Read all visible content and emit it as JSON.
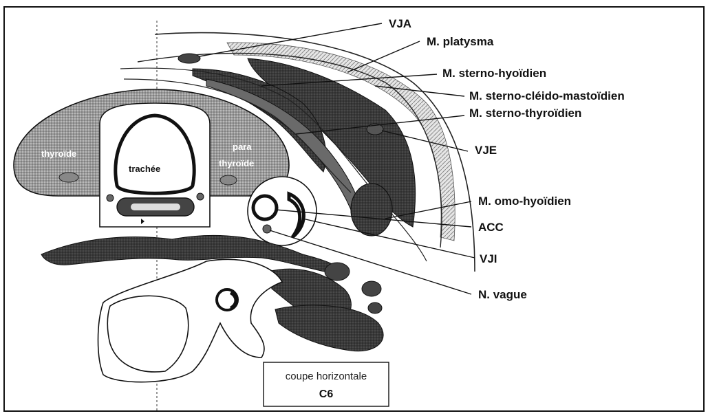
{
  "labels": {
    "vja": "VJA",
    "platysma": "M. platysma",
    "sterno_hyoidien": "M. sterno-hyoïdien",
    "sterno_cleido": "M. sterno-cléido-mastoïdien",
    "sterno_thyroidien": "M. sterno-thyroïdien",
    "vje": "VJE",
    "omo_hyoidien": "M. omo-hyoïdien",
    "acc": "ACC",
    "vji": "VJI",
    "vague": "N. vague"
  },
  "inner_labels": {
    "thyroide": "thyroïde",
    "trachee": "trachée",
    "para": "para",
    "parathyroide": "thyroïde"
  },
  "caption": {
    "line1": "coupe horizontale",
    "line2": "C6"
  }
}
